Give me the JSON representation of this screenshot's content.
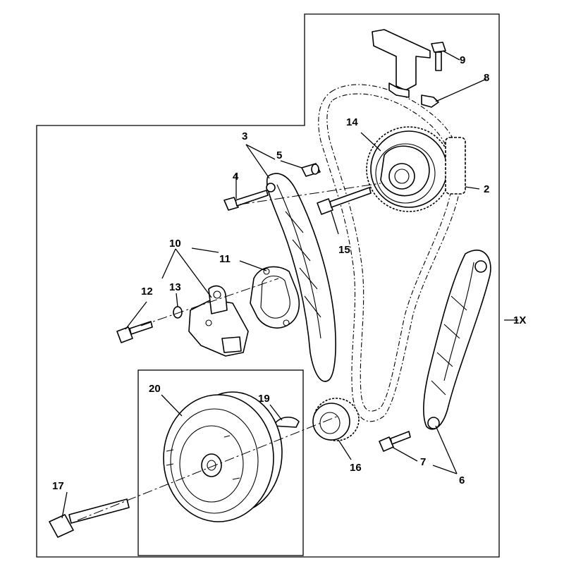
{
  "callouts": {
    "c1x": "1X",
    "c2": "2",
    "c3": "3",
    "c4": "4",
    "c5": "5",
    "c6": "6",
    "c7": "7",
    "c8": "8",
    "c9": "9",
    "c10": "10",
    "c11": "11",
    "c12": "12",
    "c13": "13",
    "c14": "14",
    "c15": "15",
    "c16": "16",
    "c17": "17",
    "c19": "19",
    "c20": "20"
  }
}
